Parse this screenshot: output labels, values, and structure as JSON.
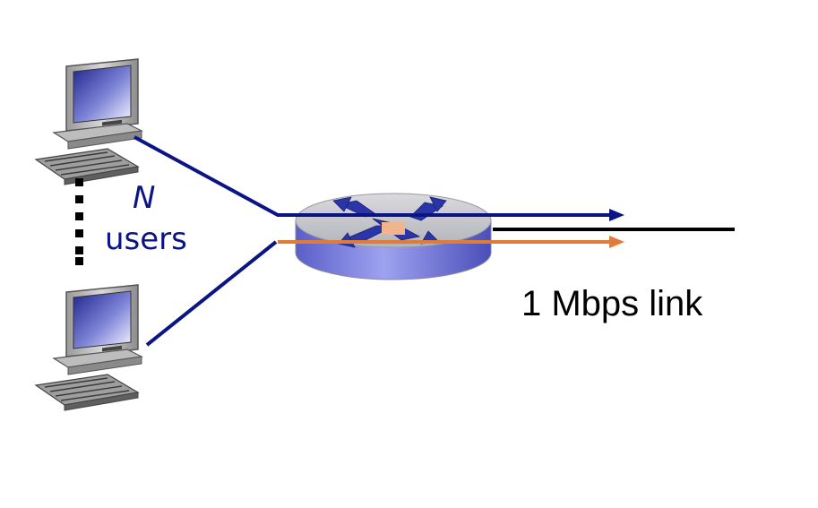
{
  "users_count_label": "N",
  "users_label": "users",
  "link_label": "1 Mbps link",
  "colors": {
    "user_line": "#0a1485",
    "second_flow": "#e07b39",
    "output_link": "#000000",
    "router_top": "#c7c7cf",
    "router_side": "#6b6fd9",
    "router_cross": "#2a35a8",
    "label_text": "#0a1485",
    "dots": "#000000"
  },
  "icons": {
    "top_computer": "desktop-computer-icon",
    "bottom_computer": "desktop-computer-icon",
    "router": "router-icon"
  }
}
